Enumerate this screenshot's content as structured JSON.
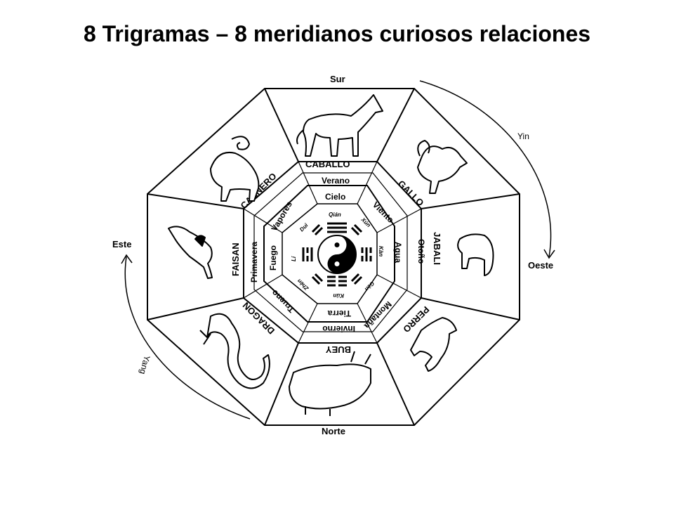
{
  "title": "8 Trigramas – 8 meridianos curiosos  relaciones",
  "directions": {
    "south": "Sur",
    "north": "Norte",
    "east": "Este",
    "west": "Oeste"
  },
  "arcs": {
    "yin": "Yin",
    "yang": "Yang"
  },
  "animals": {
    "s": "CABALLO",
    "sw": "GALLO",
    "w": "JABALI",
    "nw": "PERRO",
    "n": "BUEY",
    "ne": "DRAGON",
    "e": "FAISAN",
    "se": "CARNERO"
  },
  "seasons": {
    "s": "Verano",
    "w": "Otoño",
    "n": "Invierno",
    "e": "Primavera"
  },
  "elements": {
    "s": "Cielo",
    "sw": "Viento",
    "w": "Agua",
    "nw": "Montaña",
    "n": "Tierra",
    "ne": "Trueno",
    "e": "Fuego",
    "se": "Vapores"
  },
  "trigram_names": {
    "s": "Qián",
    "sw": "Xún",
    "w": "Kàn",
    "nw": "Gèn",
    "n": "Kún",
    "ne": "Zhèn",
    "e": "Lí",
    "se": "Duì"
  },
  "icons": {
    "center": "yin-yang-icon",
    "animals": [
      "horse-icon",
      "rooster-icon",
      "boar-icon",
      "dog-icon",
      "ox-icon",
      "dragon-icon",
      "pheasant-icon",
      "ram-icon"
    ]
  }
}
